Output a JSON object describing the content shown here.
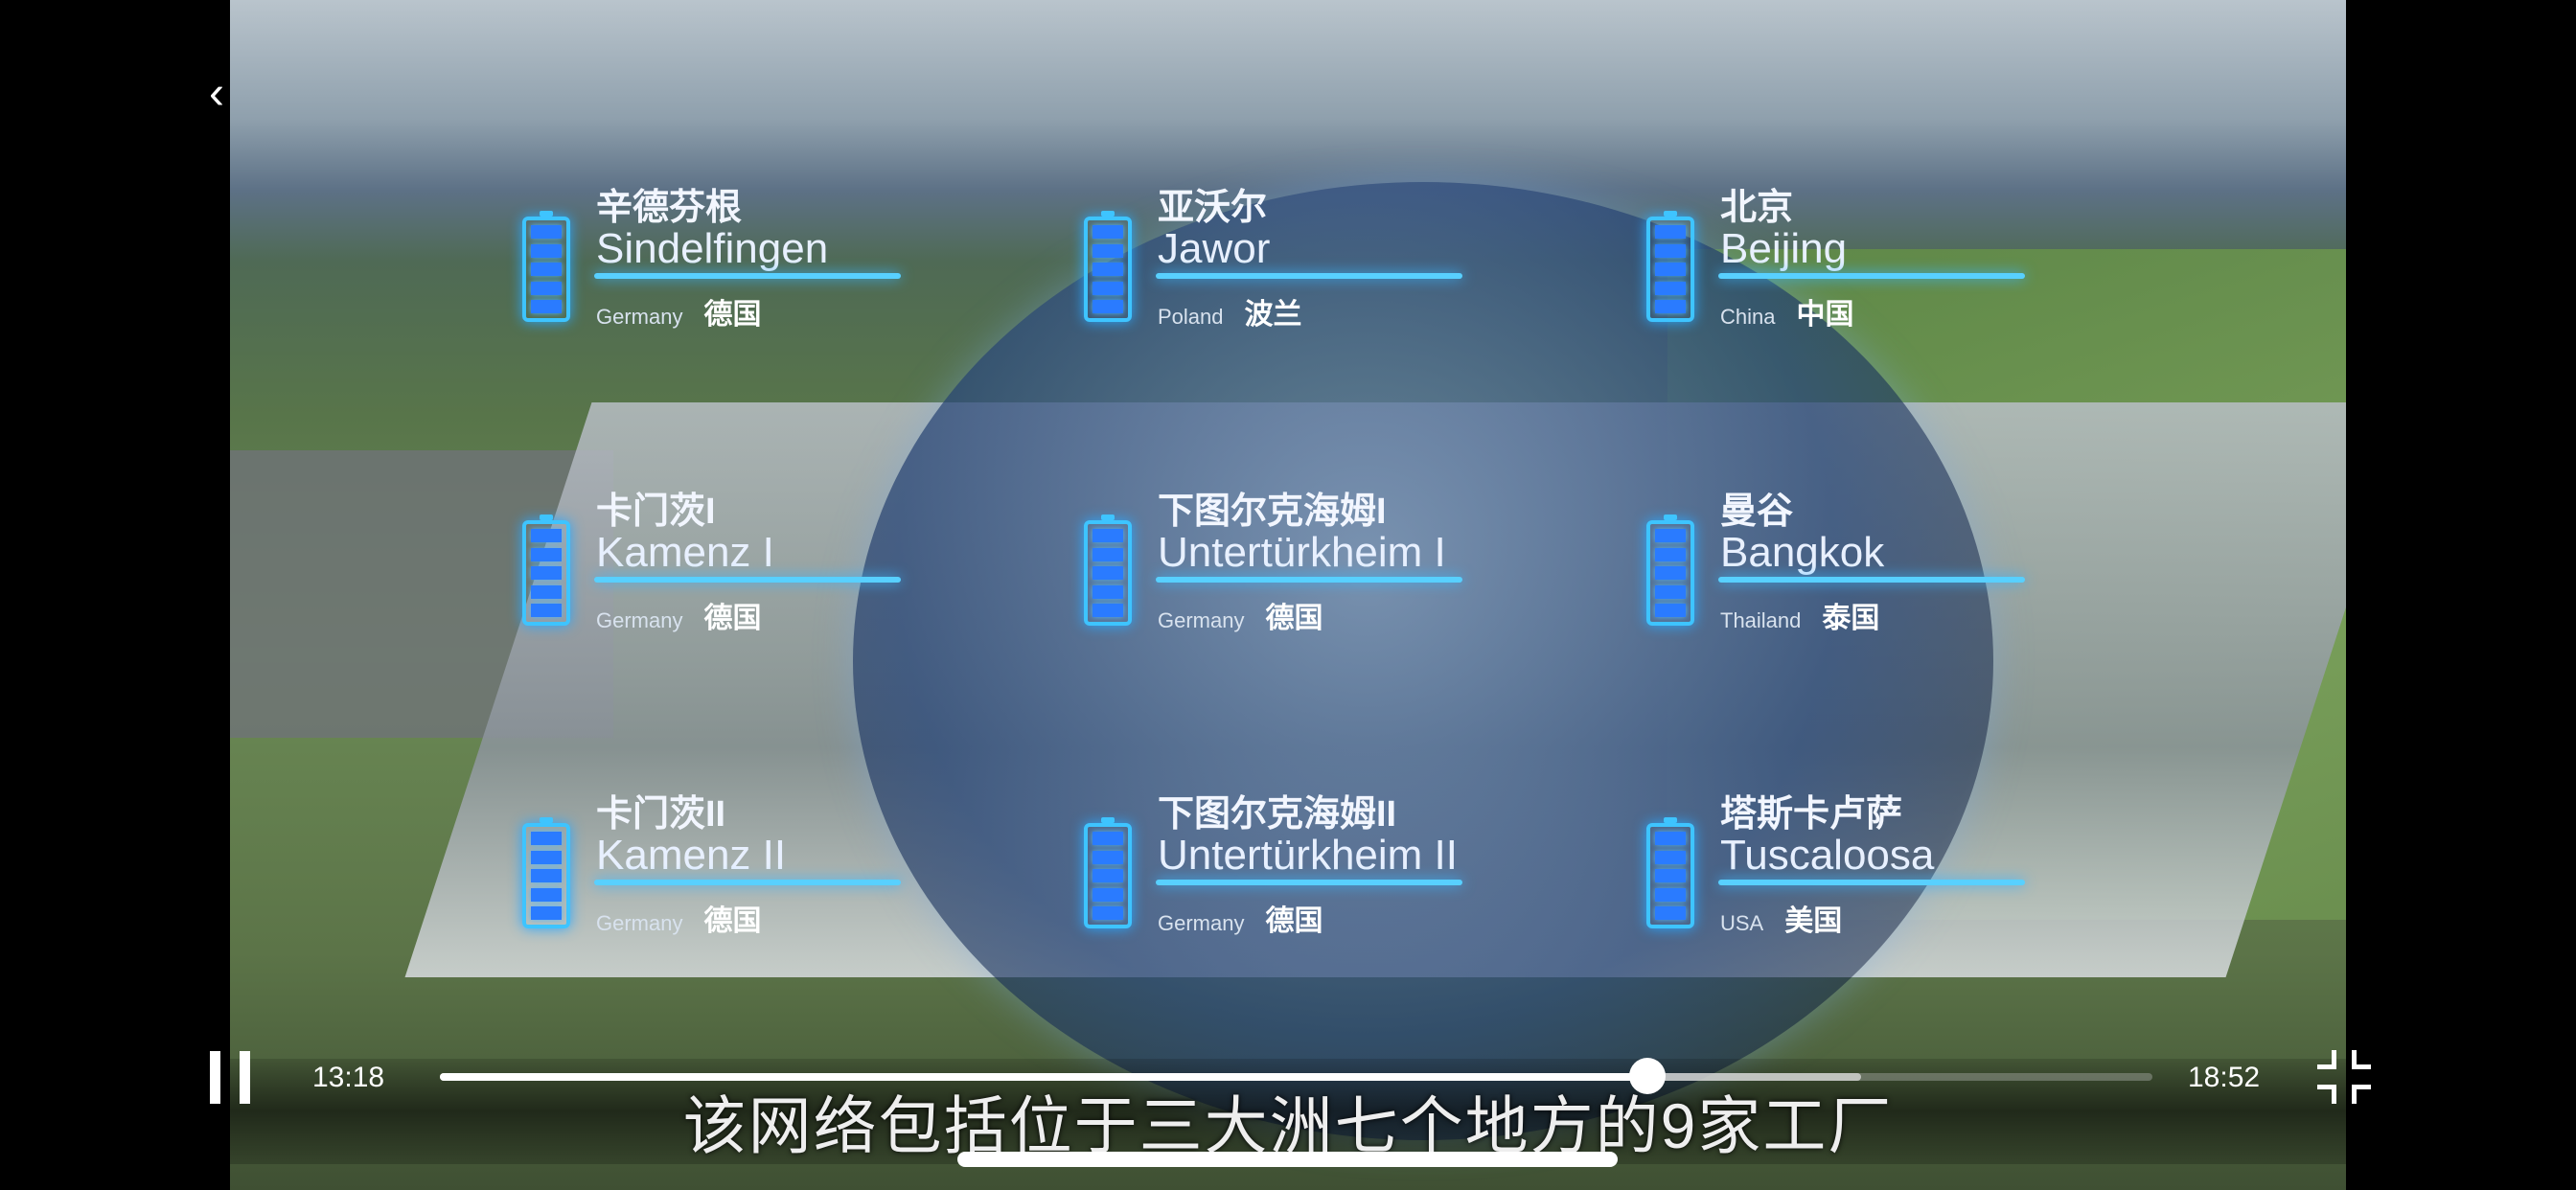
{
  "nav": {
    "back_icon": "‹"
  },
  "factories": [
    {
      "zh": "辛德芬根",
      "en": "Sindelfingen",
      "country": "Germany",
      "country_zh": "德国"
    },
    {
      "zh": "亚沃尔",
      "en": "Jawor",
      "country": "Poland",
      "country_zh": "波兰"
    },
    {
      "zh": "北京",
      "en": "Beijing",
      "country": "China",
      "country_zh": "中国"
    },
    {
      "zh": "卡门茨I",
      "en": "Kamenz I",
      "country": "Germany",
      "country_zh": "德国"
    },
    {
      "zh": "下图尔克海姆I",
      "en": "Untertürkheim I",
      "country": "Germany",
      "country_zh": "德国"
    },
    {
      "zh": "曼谷",
      "en": "Bangkok",
      "country": "Thailand",
      "country_zh": "泰国"
    },
    {
      "zh": "卡门茨II",
      "en": "Kamenz II",
      "country": "Germany",
      "country_zh": "德国"
    },
    {
      "zh": "下图尔克海姆II",
      "en": "Untertürkheim II",
      "country": "Germany",
      "country_zh": "德国"
    },
    {
      "zh": "塔斯卡卢萨",
      "en": "Tuscaloosa",
      "country": "USA",
      "country_zh": "美国"
    }
  ],
  "player": {
    "current_time": "13:18",
    "duration": "18:52",
    "progress_fraction": 0.705,
    "buffered_fraction": 0.83,
    "subtitle": "该网络包括位于三大洲七个地方的9家工厂"
  }
}
